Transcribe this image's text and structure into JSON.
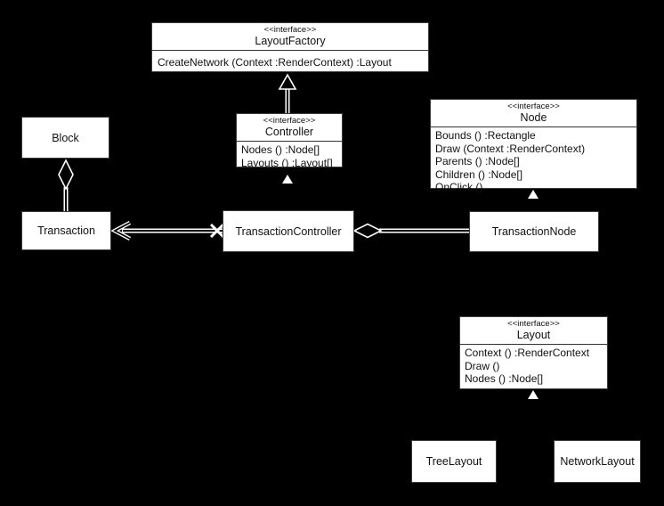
{
  "diagram": {
    "background_color": "#000000",
    "box_fill_color": "#ffffff",
    "line_color": "#ffffff",
    "text_color": "#111111"
  },
  "classes": {
    "layout_factory": {
      "stereotype": "<<interface>>",
      "name": "LayoutFactory",
      "methods": [
        "CreateNetwork (Context :RenderContext) :Layout"
      ]
    },
    "controller": {
      "stereotype": "<<interface>>",
      "name": "Controller",
      "methods": [
        "Nodes () :Node[]",
        "Layouts () :Layout[]"
      ]
    },
    "node": {
      "stereotype": "<<interface>>",
      "name": "Node",
      "methods": [
        "Bounds () :Rectangle",
        "Draw (Context :RenderContext)",
        "Parents () :Node[]",
        "Children () :Node[]",
        "OnClick ()"
      ]
    },
    "block": {
      "name": "Block"
    },
    "transaction": {
      "name": "Transaction"
    },
    "transaction_controller": {
      "name": "TransactionController"
    },
    "transaction_node": {
      "name": "TransactionNode"
    },
    "layout": {
      "stereotype": "<<interface>>",
      "name": "Layout",
      "methods": [
        "Context () :RenderContext",
        "Draw ()",
        "Nodes () :Node[]"
      ]
    },
    "tree_layout": {
      "name": "TreeLayout"
    },
    "network_layout": {
      "name": "NetworkLayout"
    }
  },
  "relationships": [
    {
      "from": "Controller",
      "to": "LayoutFactory",
      "type": "realization"
    },
    {
      "from": "TransactionController",
      "to": "Controller",
      "type": "realization"
    },
    {
      "from": "TransactionNode",
      "to": "Node",
      "type": "realization"
    },
    {
      "from": "TreeLayout",
      "to": "Layout",
      "type": "realization"
    },
    {
      "from": "NetworkLayout",
      "to": "Layout",
      "type": "realization"
    },
    {
      "from": "Block",
      "to": "Transaction",
      "type": "aggregation"
    },
    {
      "from": "TransactionController",
      "to": "Transaction",
      "type": "directed-association"
    },
    {
      "from": "TransactionController",
      "to": "TransactionNode",
      "type": "aggregation"
    }
  ]
}
